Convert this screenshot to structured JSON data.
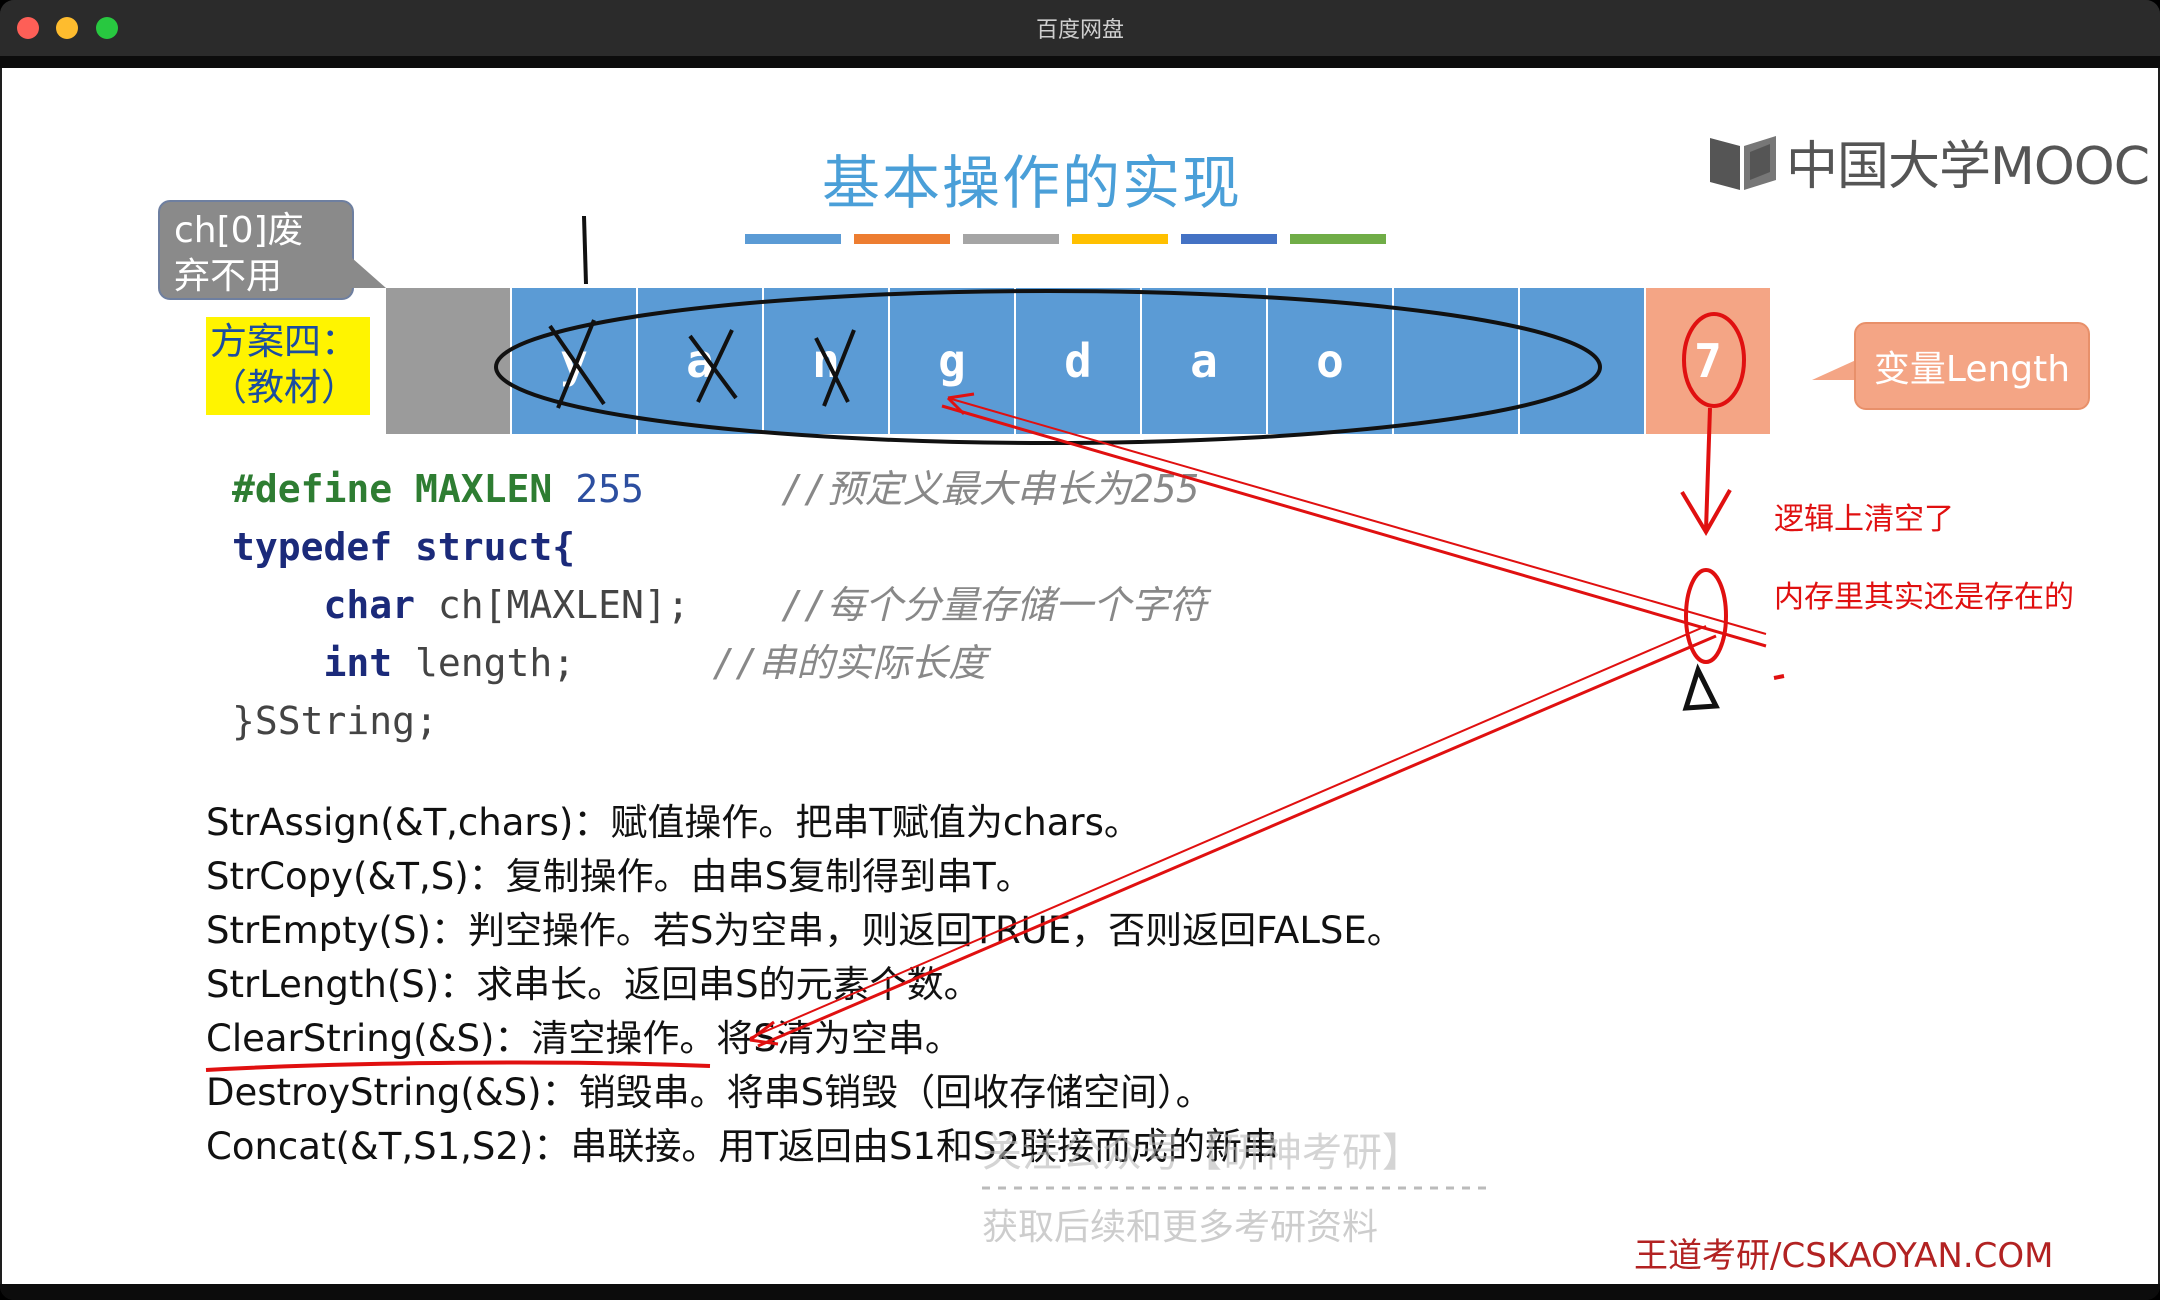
{
  "window": {
    "title": "百度网盘"
  },
  "slide": {
    "title": "基本操作的实现",
    "logo_text": "中国大学MOOC",
    "callout": "ch[0]废弃不用",
    "plan_label_line1": "方案四：",
    "plan_label_line2": "（教材）",
    "array_cells": [
      "",
      "y",
      "a",
      "n",
      "g",
      "d",
      "a",
      "o",
      "",
      "",
      "7"
    ],
    "variable_label": "变量Length",
    "code": {
      "line1_kw": "#define",
      "line1_id": "MAXLEN",
      "line1_num": "255",
      "line1_cmt": "//预定义最大串长为255",
      "line2": "typedef struct{",
      "line3_kw": "char",
      "line3_id": "ch[MAXLEN];",
      "line3_cmt": "//每个分量存储一个字符",
      "line4_kw": "int",
      "line4_id": "length;",
      "line4_cmt": "//串的实际长度",
      "line5": "}SString;"
    },
    "operations": [
      "StrAssign(&T,chars)：赋值操作。把串T赋值为chars。",
      "StrCopy(&T,S)：复制操作。由串S复制得到串T。",
      "StrEmpty(S)：判空操作。若S为空串，则返回TRUE，否则返回FALSE。",
      "StrLength(S)：求串长。返回串S的元素个数。",
      "ClearString(&S)：清空操作。将S清为空串。",
      "DestroyString(&S)：销毁串。将串S销毁（回收存储空间）。",
      "Concat(&T,S1,S2)：串联接。用T返回由S1和S2联接而成的新串"
    ],
    "annotations": {
      "logic_cleared": "逻辑上清空了",
      "memory_exists": "内存里其实还是存在的",
      "new_length": "0"
    },
    "watermark_line1": "关注公众号【研神考研】",
    "watermark_line2": "获取后续和更多考研资料",
    "brand": "王道考研/CSKAOYAN.COM"
  },
  "colors": {
    "title_blue": "#4a9fd8",
    "cell_blue": "#5b9bd5",
    "cell_gray": "#9b9b9b",
    "cell_orange": "#f4a585",
    "highlight_yellow": "#fff400",
    "annotation_red": "#e01010"
  }
}
